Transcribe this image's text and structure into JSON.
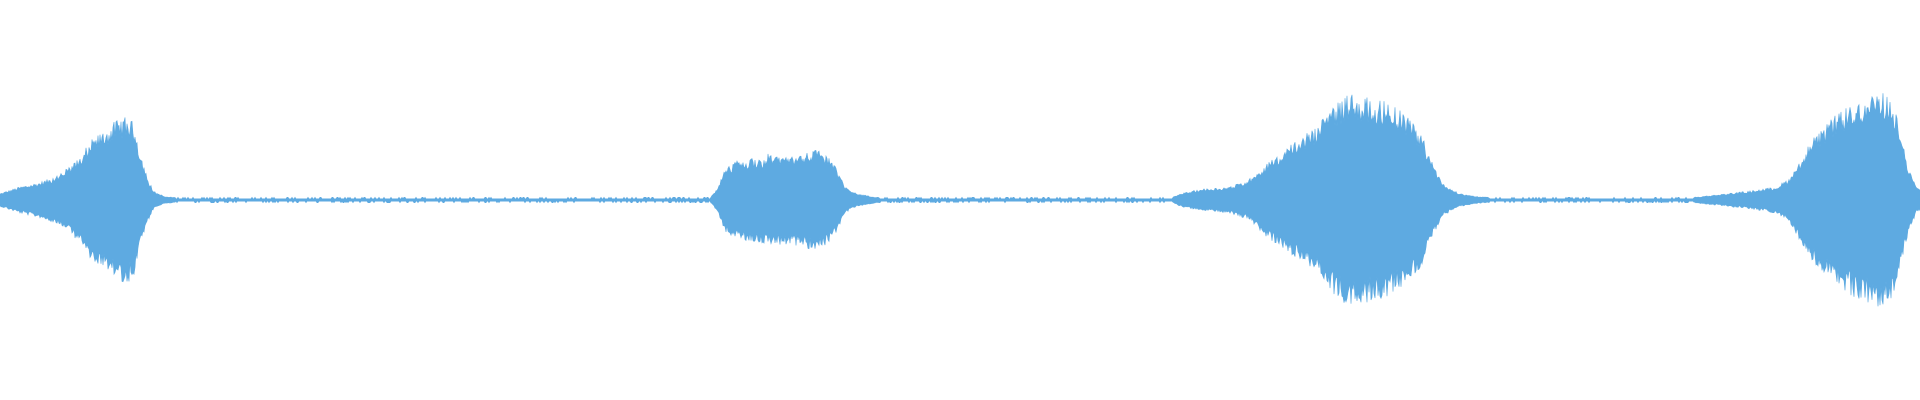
{
  "waveform": {
    "color": "#5eaae1",
    "background": "#ffffff",
    "channels": 1,
    "envelope": [
      [
        0.0,
        0.03
      ],
      [
        0.01,
        0.06
      ],
      [
        0.02,
        0.08
      ],
      [
        0.03,
        0.11
      ],
      [
        0.04,
        0.18
      ],
      [
        0.047,
        0.27
      ],
      [
        0.053,
        0.31
      ],
      [
        0.06,
        0.36
      ],
      [
        0.066,
        0.38
      ],
      [
        0.07,
        0.35
      ],
      [
        0.073,
        0.22
      ],
      [
        0.077,
        0.1
      ],
      [
        0.08,
        0.04
      ],
      [
        0.086,
        0.015
      ],
      [
        0.095,
        0.01
      ],
      [
        0.2,
        0.01
      ],
      [
        0.3,
        0.01
      ],
      [
        0.37,
        0.01
      ],
      [
        0.374,
        0.06
      ],
      [
        0.378,
        0.15
      ],
      [
        0.384,
        0.18
      ],
      [
        0.4,
        0.2
      ],
      [
        0.415,
        0.21
      ],
      [
        0.425,
        0.23
      ],
      [
        0.43,
        0.21
      ],
      [
        0.435,
        0.16
      ],
      [
        0.44,
        0.06
      ],
      [
        0.446,
        0.03
      ],
      [
        0.455,
        0.015
      ],
      [
        0.46,
        0.01
      ],
      [
        0.55,
        0.01
      ],
      [
        0.61,
        0.01
      ],
      [
        0.615,
        0.03
      ],
      [
        0.625,
        0.05
      ],
      [
        0.64,
        0.06
      ],
      [
        0.65,
        0.09
      ],
      [
        0.66,
        0.17
      ],
      [
        0.672,
        0.25
      ],
      [
        0.685,
        0.33
      ],
      [
        0.695,
        0.44
      ],
      [
        0.703,
        0.49
      ],
      [
        0.71,
        0.47
      ],
      [
        0.72,
        0.45
      ],
      [
        0.73,
        0.41
      ],
      [
        0.74,
        0.31
      ],
      [
        0.746,
        0.17
      ],
      [
        0.752,
        0.07
      ],
      [
        0.76,
        0.03
      ],
      [
        0.77,
        0.015
      ],
      [
        0.78,
        0.01
      ],
      [
        0.86,
        0.01
      ],
      [
        0.88,
        0.01
      ],
      [
        0.895,
        0.025
      ],
      [
        0.91,
        0.04
      ],
      [
        0.925,
        0.06
      ],
      [
        0.932,
        0.1
      ],
      [
        0.937,
        0.18
      ],
      [
        0.945,
        0.29
      ],
      [
        0.955,
        0.38
      ],
      [
        0.965,
        0.44
      ],
      [
        0.975,
        0.48
      ],
      [
        0.982,
        0.49
      ],
      [
        0.986,
        0.45
      ],
      [
        0.99,
        0.3
      ],
      [
        0.994,
        0.15
      ],
      [
        0.998,
        0.06
      ],
      [
        1.0,
        0.05
      ]
    ]
  }
}
